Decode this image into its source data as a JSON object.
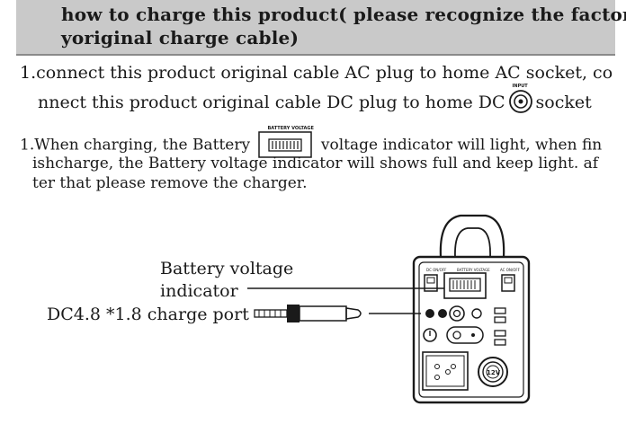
{
  "header": {
    "line1": "how to charge this product( please recognize the factor",
    "line2": "yoriginal charge cable)"
  },
  "step1": {
    "line1": "1.connect this product original cable AC plug to home AC socket, co",
    "line2_before": "nnect this product original cable DC plug to home DC",
    "line2_after": "socket",
    "input_label": "INPUT"
  },
  "step2": {
    "line1_before": "1.When charging, the Battery",
    "line1_after": "voltage indicator will light, when fin",
    "line2": "ishcharge, the Battery voltage indicator will shows full and keep light. af",
    "line3": "ter that please remove the charger.",
    "icon_caption": "BATTERY VOLTAGE"
  },
  "diagram": {
    "label_indicator_1": "Battery voltage",
    "label_indicator_2": "indicator",
    "label_port": "DC4.8 *1.8 charge port",
    "socket_12v": "12V"
  }
}
